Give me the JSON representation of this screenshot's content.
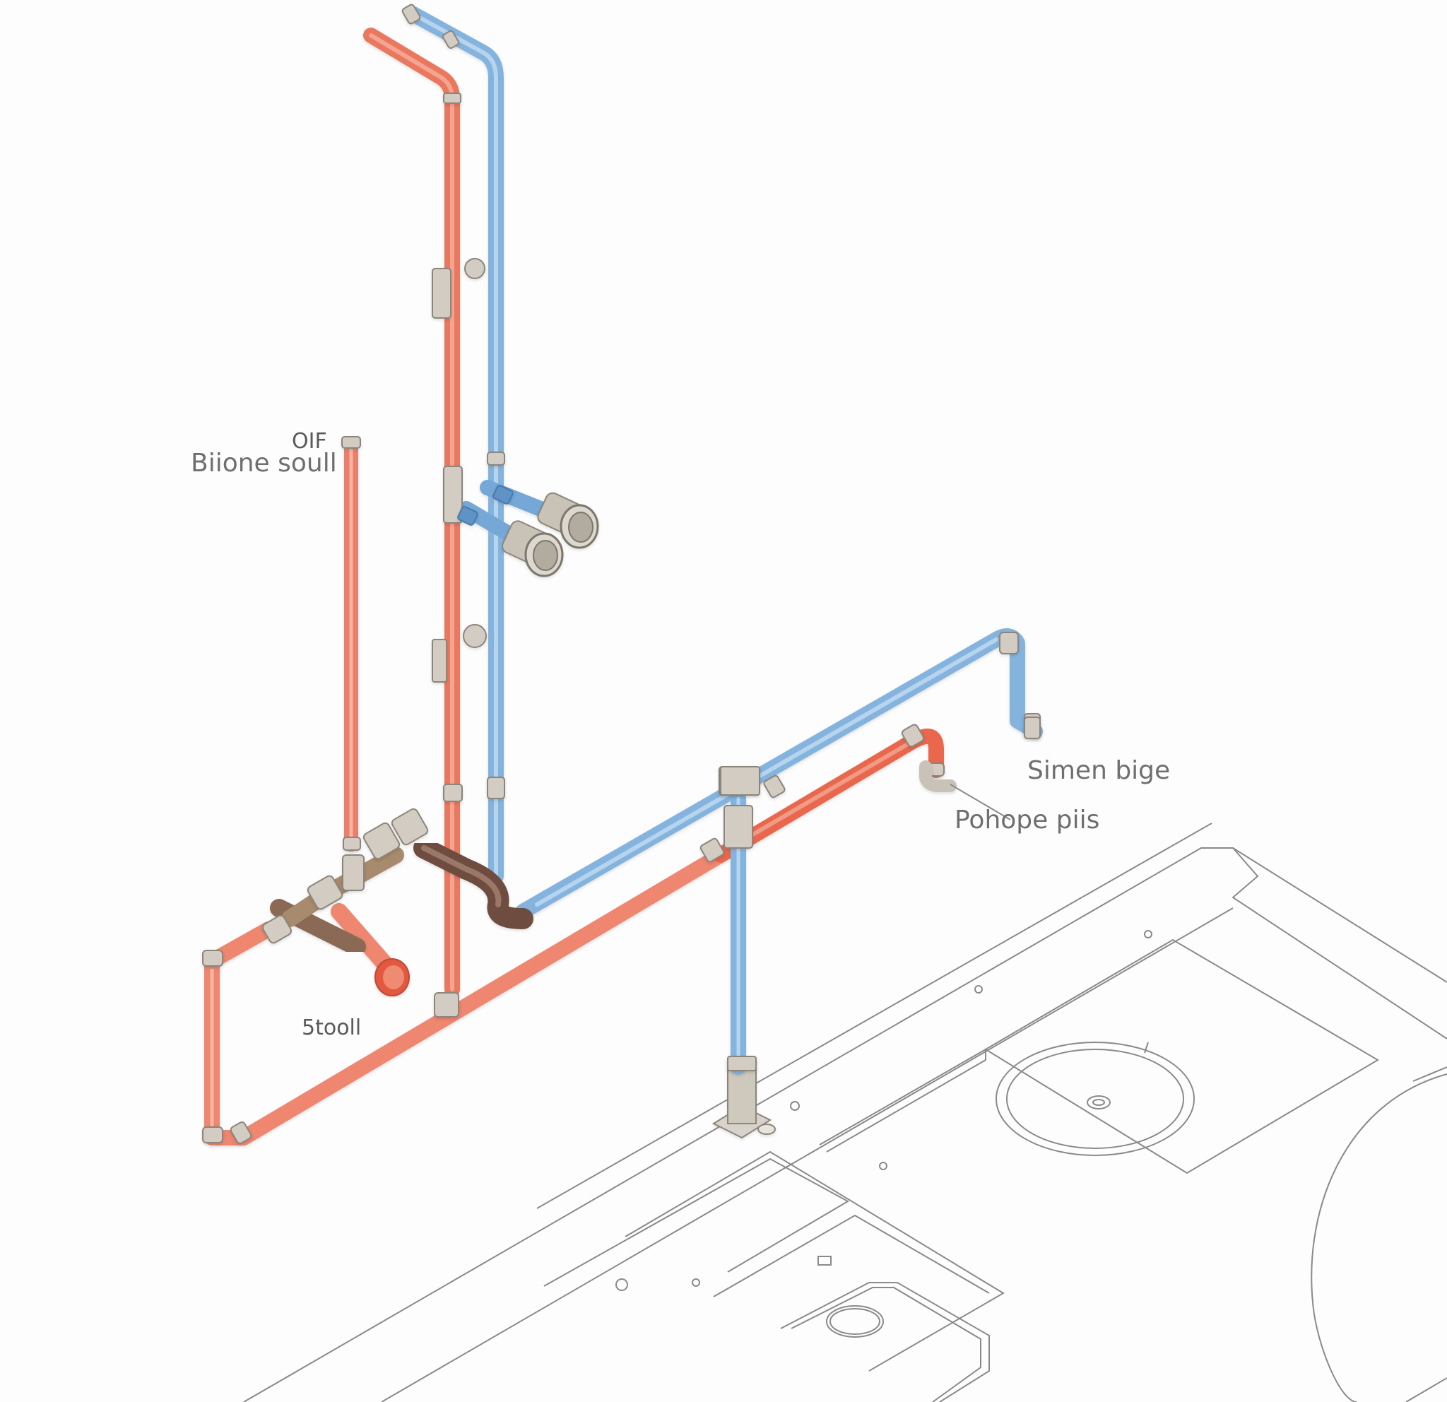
{
  "labels": {
    "tag_top": "OIF",
    "tag_main": "Biione soull",
    "right_upper": "Simen bige",
    "right_lower": "Pohope piis",
    "bottom_left": "5tooll"
  },
  "colors": {
    "hot_pipe": "#f08a72",
    "cold_pipe": "#8dbbe0",
    "fitting": "#b8b2a7",
    "drain_pipe": "#7a5a4a",
    "floor_lines": "#8a8a8a"
  }
}
